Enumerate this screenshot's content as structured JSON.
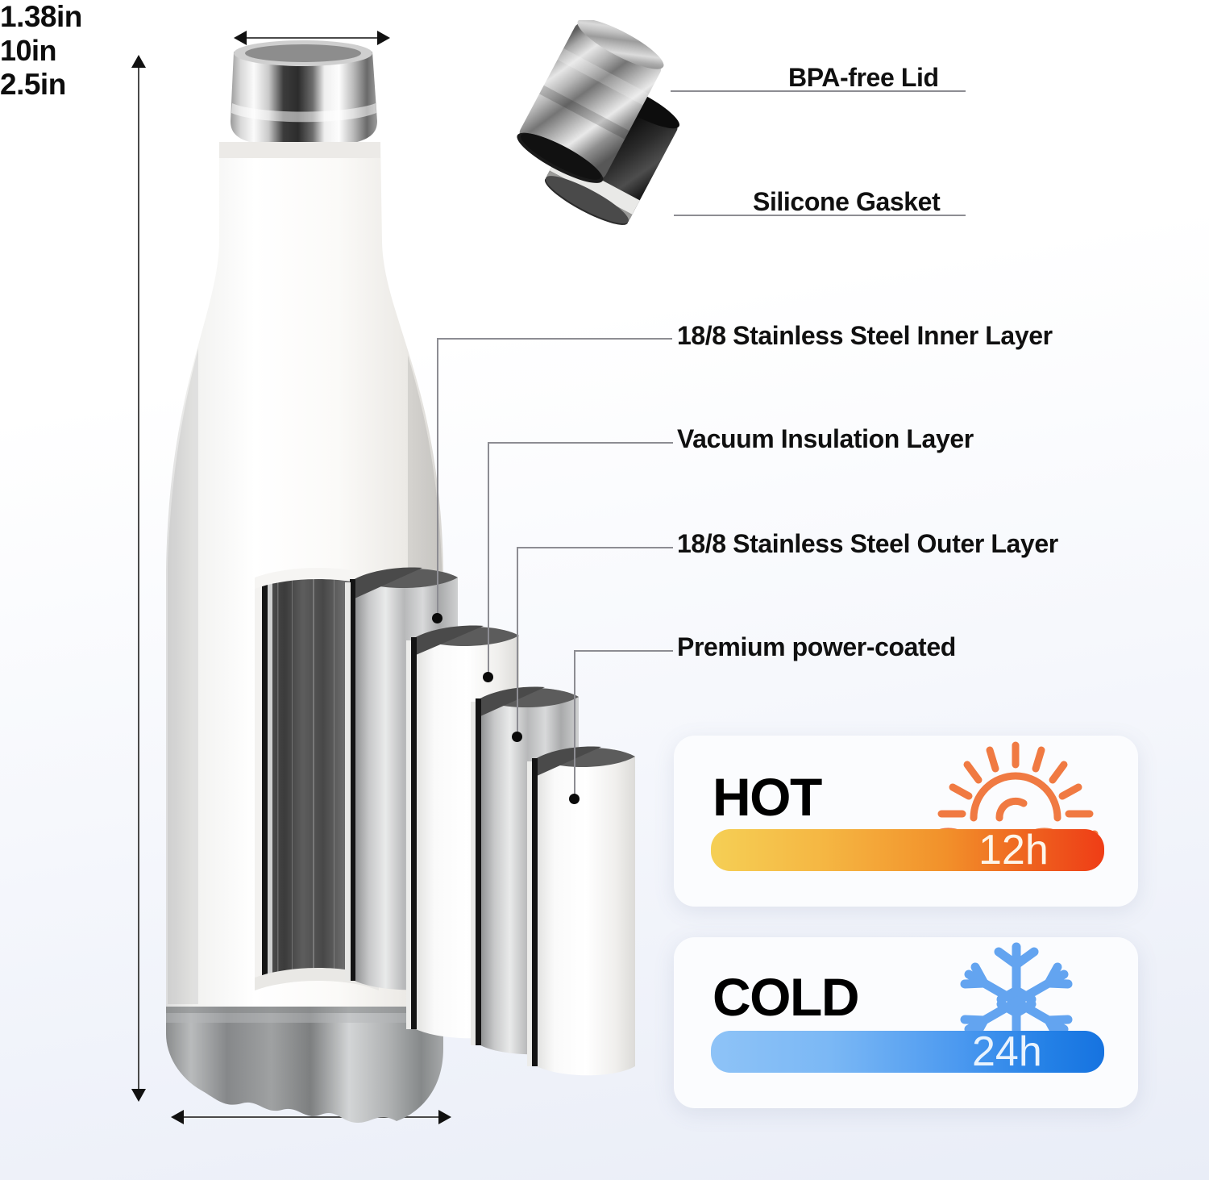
{
  "product": {
    "type": "vacuum-insulated-stainless-steel-water-bottle",
    "finish": "white powder coat"
  },
  "dimensions": {
    "top_width": "1.38in",
    "bottom_width": "2.5in",
    "height": "10in"
  },
  "callouts": [
    {
      "id": "bpa-free-lid",
      "label": "BPA-free Lid"
    },
    {
      "id": "silicone-gasket",
      "label": "Silicone Gasket"
    },
    {
      "id": "inner-layer",
      "label": "18/8 Stainless Steel Inner Layer"
    },
    {
      "id": "vacuum-layer",
      "label": "Vacuum Insulation Layer"
    },
    {
      "id": "outer-layer",
      "label": "18/8 Stainless Steel Outer Layer"
    },
    {
      "id": "powder-coat",
      "label": "Premium power-coated"
    }
  ],
  "performance": {
    "hot": {
      "label": "HOT",
      "hours": "12h",
      "icon": "sunrise-icon",
      "icon_color": "#f07a42",
      "bar_start_color": "#f5cf55",
      "bar_end_color": "#ef3d16"
    },
    "cold": {
      "label": "COLD",
      "hours": "24h",
      "icon": "snowflake-icon",
      "icon_color": "#63a4f0",
      "bar_start_color": "#8ec3f7",
      "bar_end_color": "#1673e0"
    }
  },
  "colors": {
    "background_top": "#ffffff",
    "background_bottom": "#e9edf7",
    "text": "#101010",
    "leader_line": "#8d8d93"
  }
}
